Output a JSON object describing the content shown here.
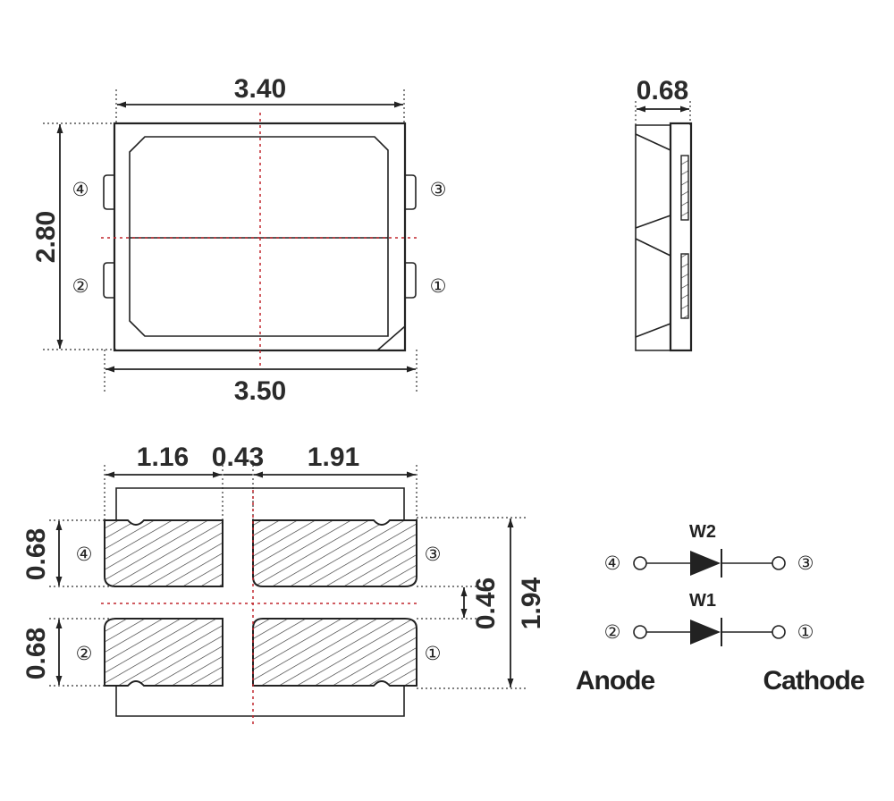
{
  "top_view": {
    "top_width": "3.40",
    "bottom_width": "3.50",
    "height": "2.80",
    "pin_top_left": "④",
    "pin_top_right": "③",
    "pin_bottom_left": "②",
    "pin_bottom_right": "①"
  },
  "side_view": {
    "thickness": "0.68"
  },
  "pad_view": {
    "pad_left_width": "1.16",
    "pad_gap": "0.43",
    "pad_right_width": "1.91",
    "pad_height_top": "0.68",
    "pad_height_bottom": "0.68",
    "pad_row_gap": "0.46",
    "total_height": "1.94",
    "pin_top_left": "④",
    "pin_top_right": "③",
    "pin_bottom_left": "②",
    "pin_bottom_right": "①"
  },
  "circuit": {
    "upper_label": "W2",
    "lower_label": "W1",
    "upper_left_pin": "④",
    "upper_right_pin": "③",
    "lower_left_pin": "②",
    "lower_right_pin": "①",
    "anode_label": "Anode",
    "cathode_label": "Cathode"
  },
  "colors": {
    "line": "#222222",
    "center_line": "#c0262d",
    "background": "#ffffff"
  }
}
